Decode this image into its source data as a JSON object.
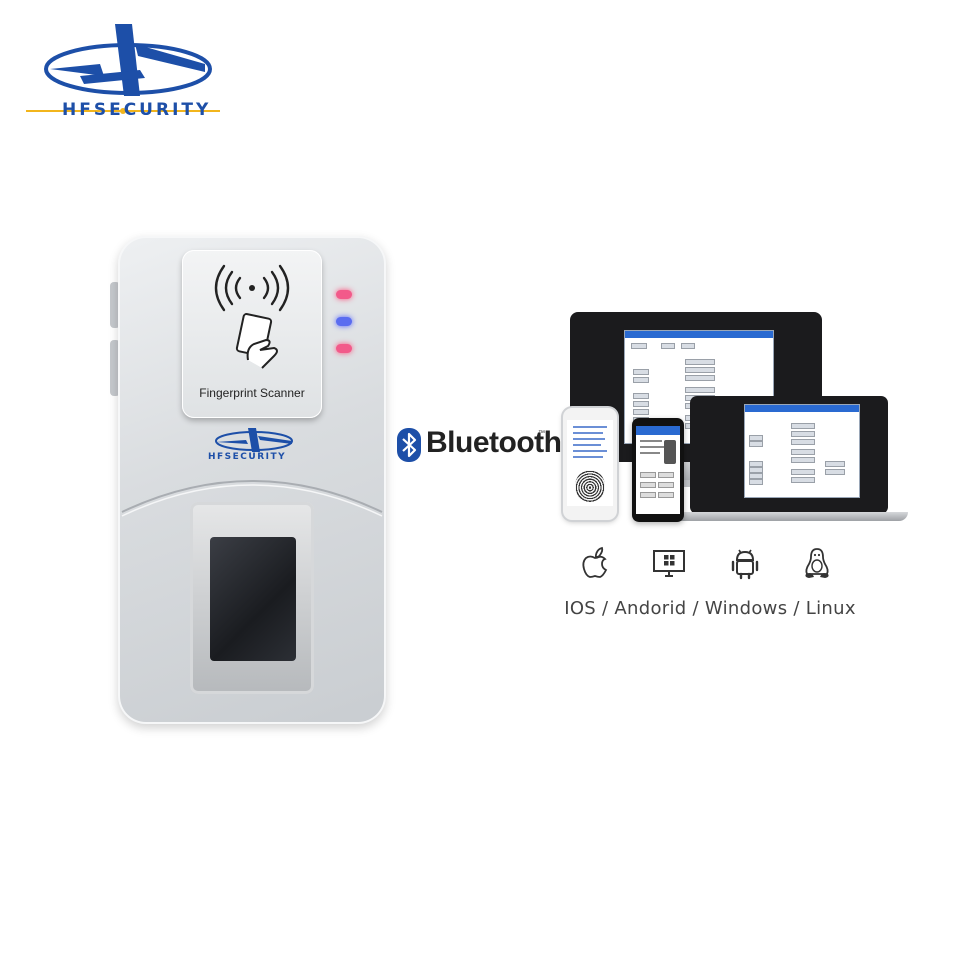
{
  "brand": {
    "name": "HFSECURITY",
    "primary_color": "#1d4fa8",
    "accent_color": "#f2b51c"
  },
  "device": {
    "panel_label": "Fingerprint Scanner",
    "brand_mark": "HFSECURITY",
    "led_colors": [
      "#f25a8a",
      "#5a6cf0",
      "#f25a8a"
    ],
    "icons": [
      "contactless-icon",
      "card-tap-icon",
      "fingerprint-sensor"
    ]
  },
  "connectivity": {
    "label": "Bluetooth",
    "trademark": "™",
    "icon": "bluetooth-icon"
  },
  "demo_screens": {
    "devices": [
      "monitor",
      "laptop",
      "iphone",
      "android-phone"
    ]
  },
  "platforms": {
    "icons": [
      "apple-icon",
      "windows-icon",
      "android-icon",
      "linux-icon"
    ],
    "label": "IOS / Andorid / Windows / Linux"
  }
}
